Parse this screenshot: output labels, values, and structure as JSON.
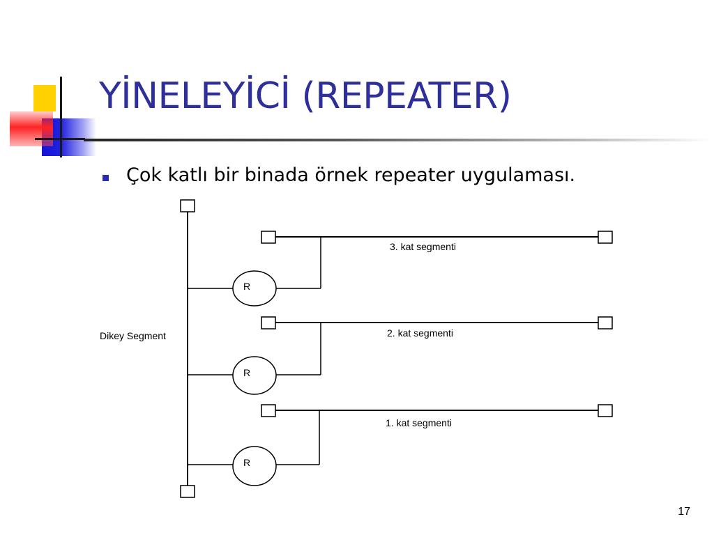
{
  "slide": {
    "title": "YİNELEYİCİ (REPEATER)",
    "bullet": "Çok katlı bir binada örnek repeater uygulaması.",
    "page_number": "17",
    "colors": {
      "title": "#2f2f9c",
      "bullet": "#2b2bb0"
    }
  },
  "diagram": {
    "vertical_label": "Dikey Segment",
    "repeater_label": "R",
    "segments": [
      {
        "label": "3. kat segmenti"
      },
      {
        "label": "2. kat segmenti"
      },
      {
        "label": "1. kat segmenti"
      }
    ]
  }
}
